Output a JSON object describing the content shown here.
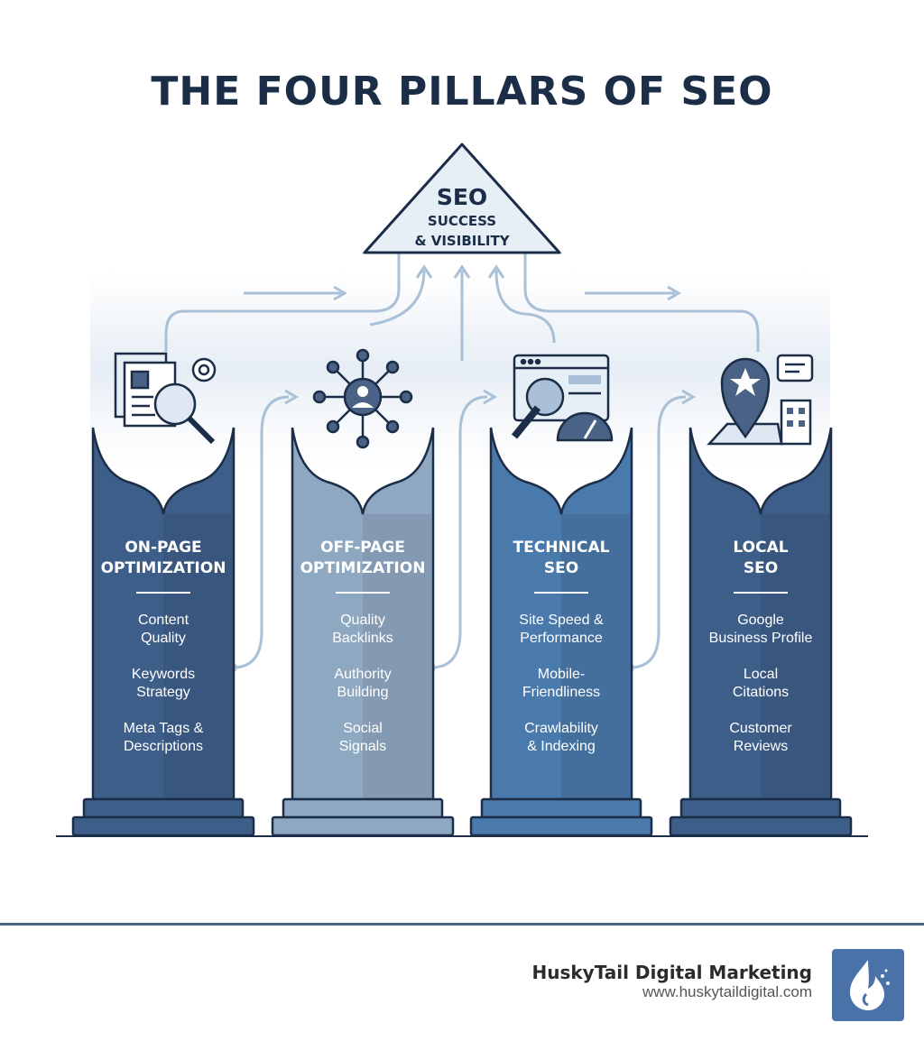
{
  "title": "THE FOUR PILLARS OF SEO",
  "arrow": {
    "line1": "SEO",
    "line2": "SUCCESS",
    "line3": "& VISIBILITY"
  },
  "pillars": [
    {
      "title_line1": "ON-PAGE",
      "title_line2": "OPTIMIZATION",
      "icon": "document-magnifier-gear-icon",
      "items": [
        [
          "Content",
          "Quality"
        ],
        [
          "Keywords",
          "Strategy"
        ],
        [
          "Meta Tags &",
          "Descriptions"
        ]
      ]
    },
    {
      "title_line1": "OFF-PAGE",
      "title_line2": "OPTIMIZATION",
      "icon": "network-nodes-icon",
      "items": [
        [
          "Quality",
          "Backlinks"
        ],
        [
          "Authority",
          "Building"
        ],
        [
          "Social",
          "Signals"
        ]
      ]
    },
    {
      "title_line1": "TECHNICAL",
      "title_line2": "SEO",
      "icon": "browser-wrench-gauge-icon",
      "items": [
        [
          "Site Speed &",
          "Performance"
        ],
        [
          "Mobile-",
          "Friendliness"
        ],
        [
          "Crawlability",
          "& Indexing"
        ]
      ]
    },
    {
      "title_line1": "LOCAL",
      "title_line2": "SEO",
      "icon": "map-pin-building-icon",
      "items": [
        [
          "Google",
          "Business Profile"
        ],
        [
          "Local",
          "Citations"
        ],
        [
          "Customer",
          "Reviews"
        ]
      ]
    }
  ],
  "colors": {
    "pillar_1": "#3e5e8a",
    "pillar_2": "#8fa8c2",
    "pillar_3": "#4a79ab",
    "pillar_4": "#3e5e8a",
    "title": "#1b2d47",
    "outline": "#1b2d47",
    "connector": "#a9c0d6"
  },
  "footer": {
    "brand": "HuskyTail Digital Marketing",
    "url": "www.huskytaildigital.com",
    "logo_icon": "husky-flame-logo-icon"
  }
}
